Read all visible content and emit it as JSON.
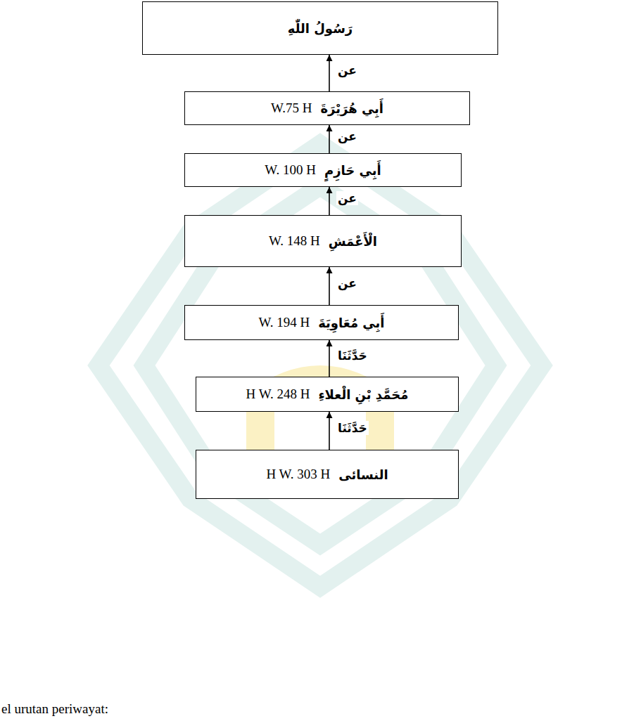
{
  "diagram": {
    "nodes": [
      {
        "text": [
          "رَسُولُ اللّٰهِ"
        ]
      },
      {
        "text": [
          "أَبِي هُرَيْرَةَ",
          "W.75 H"
        ]
      },
      {
        "text": [
          "أَبِي حَازِمٍ",
          "W. 100 H"
        ]
      },
      {
        "text": [
          "الْأَعْمَشِ",
          "W. 148 H"
        ]
      },
      {
        "text": [
          "أَبِي مُعَاوِيَةَ",
          "W. 194 H"
        ]
      },
      {
        "text": [
          "مُحَمَّدِ بْنِ الْعلاءِ",
          "H W. 248 H"
        ]
      },
      {
        "text": [
          "النسائى",
          "H W. 303 H"
        ]
      }
    ],
    "edges": [
      {
        "from": 1,
        "to": 0,
        "label": "عن",
        "arrow": "to"
      },
      {
        "from": 2,
        "to": 1,
        "label": "عن",
        "arrow": "to"
      },
      {
        "from": 3,
        "to": 2,
        "label": "عن",
        "arrow": "to"
      },
      {
        "from": 4,
        "to": 3,
        "label": "عن",
        "arrow": "to"
      },
      {
        "from": 5,
        "to": 4,
        "label": "حَدَّثَنَا",
        "arrow": "to"
      },
      {
        "from": 6,
        "to": 5,
        "label": "حَدَّثَنَا",
        "arrow": "to"
      }
    ],
    "labels": [
      "el urutan periwayat:"
    ]
  }
}
